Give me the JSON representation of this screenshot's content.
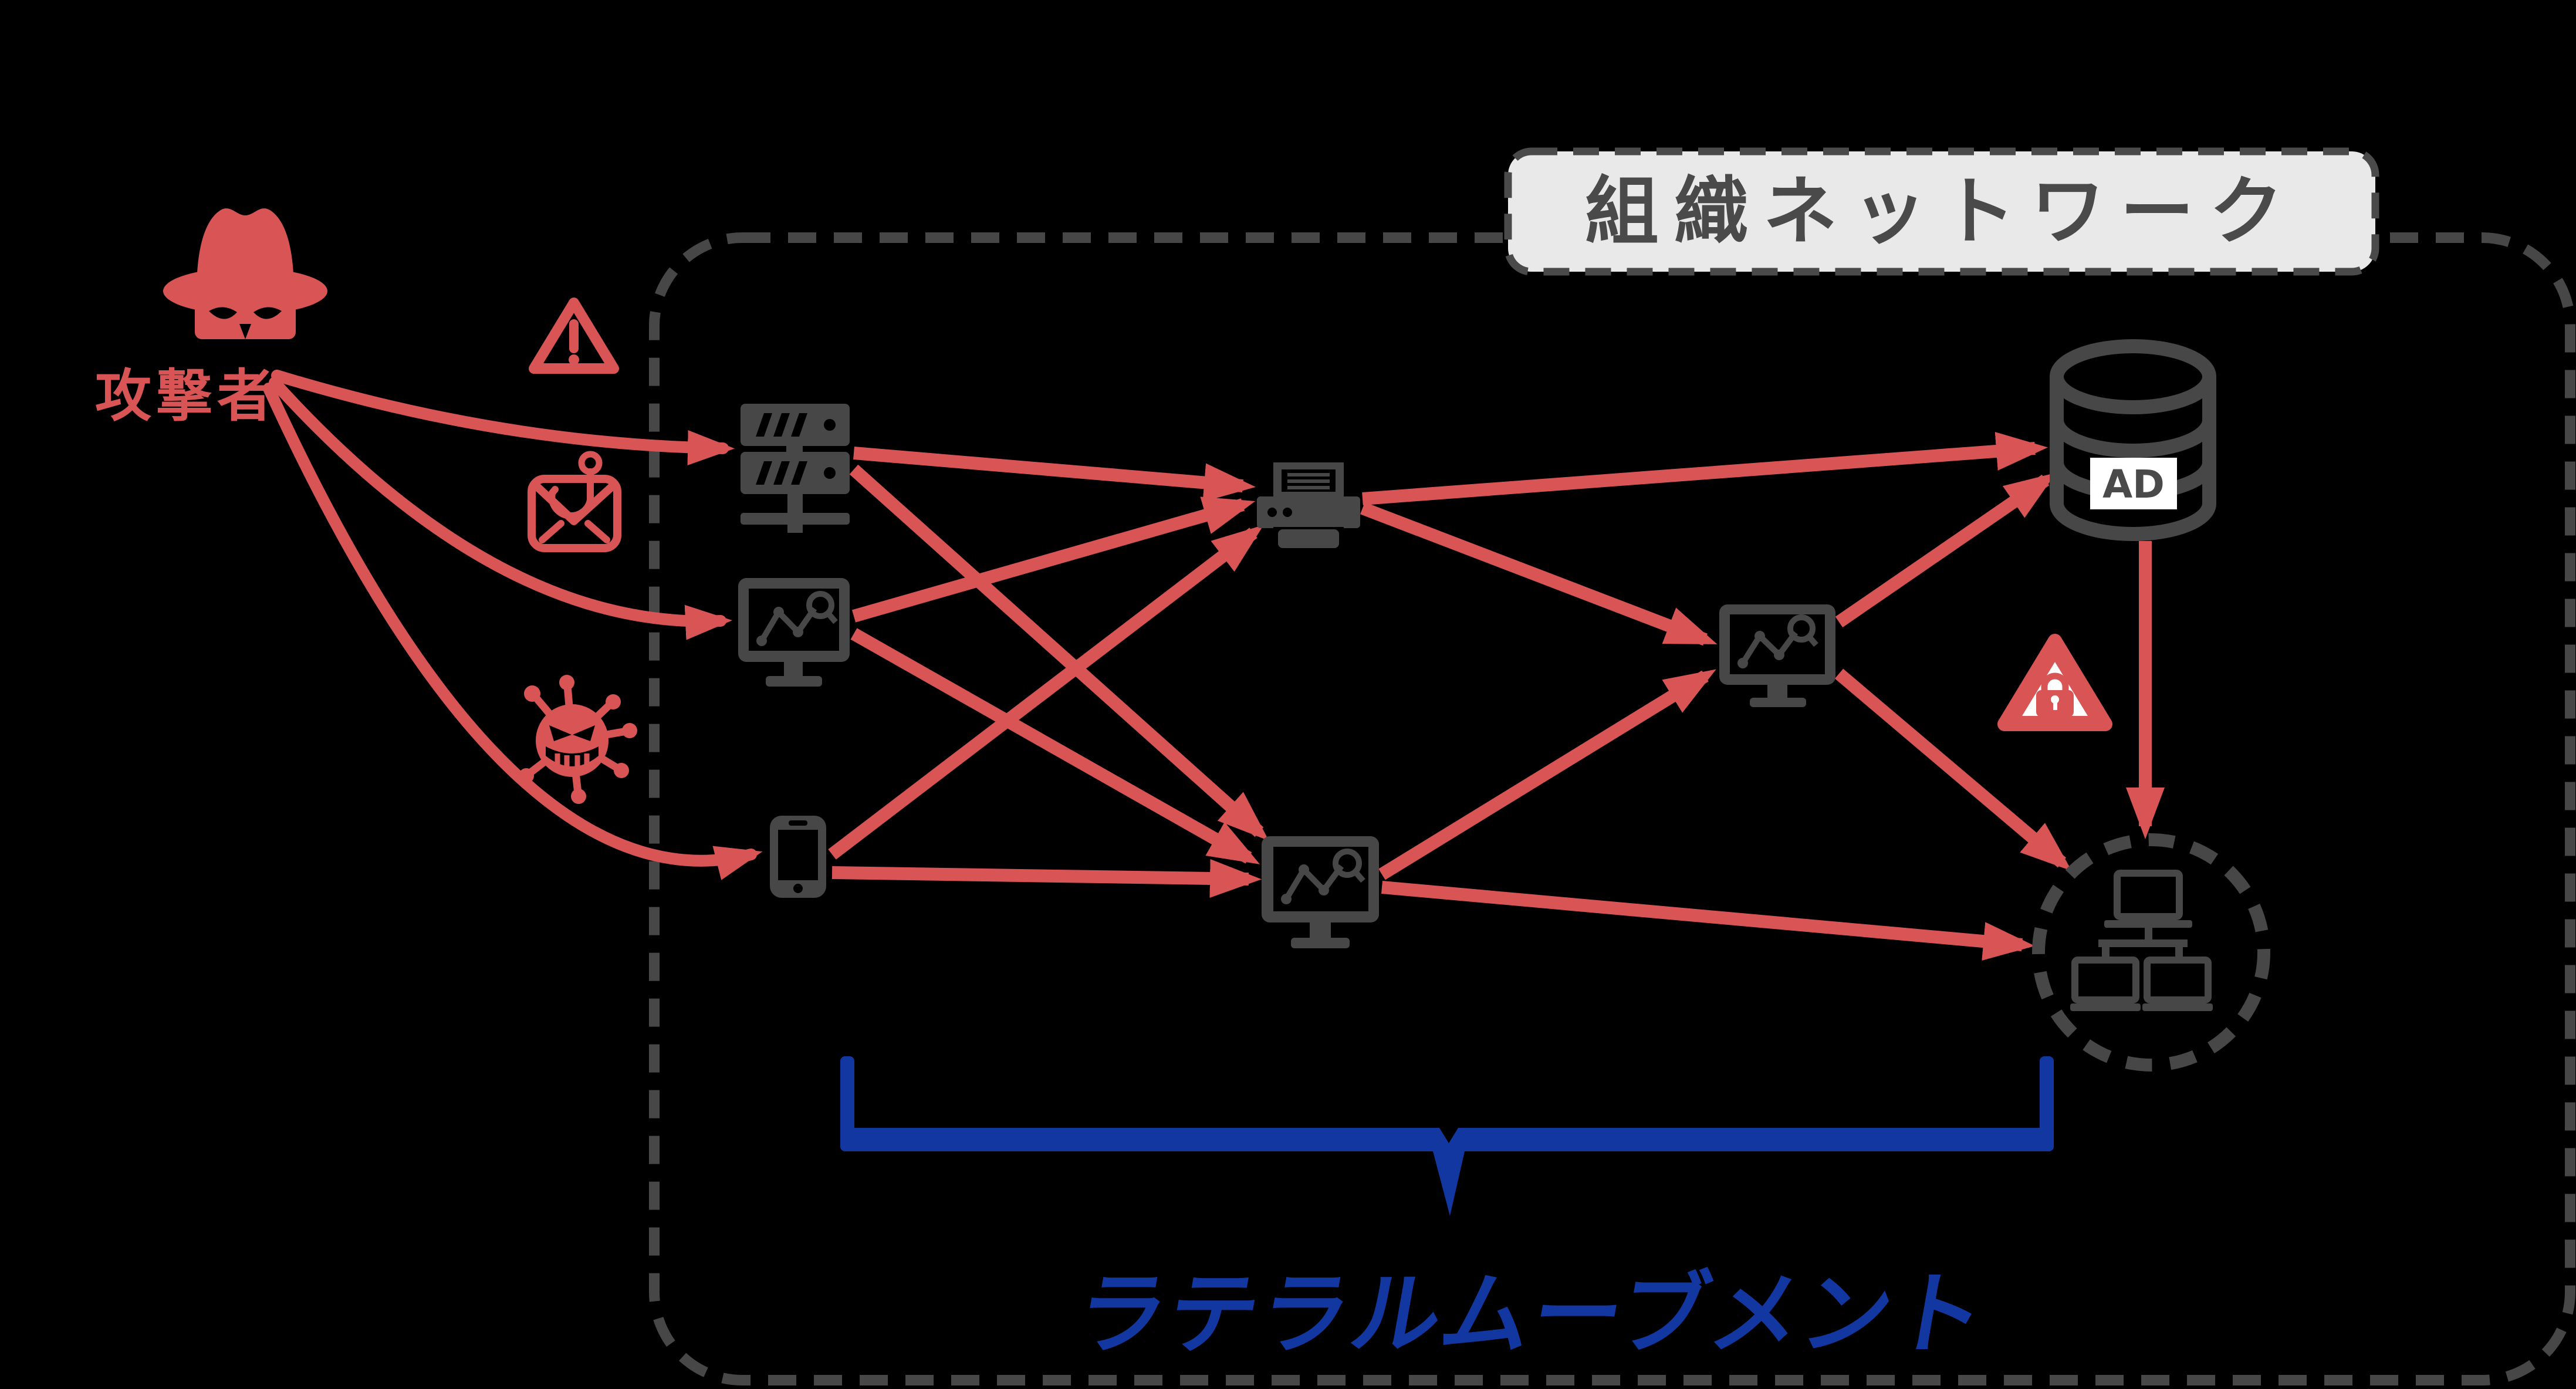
{
  "labels": {
    "attacker": "攻撃者",
    "network_title": "組織ネットワーク",
    "ad": "AD",
    "lateral_movement": "ラテラルムーブメント"
  },
  "colors": {
    "attack_red": "#D95454",
    "device_gray": "#474747",
    "title_text_gray": "#4A4A4A",
    "title_box_fill": "#E9E9E9",
    "brace_blue": "#1237A0",
    "background": "#000000",
    "label_white": "#FFFFFF"
  },
  "icons": [
    "spy-attacker-icon",
    "alert-triangle-icon",
    "phishing-mail-hook-icon",
    "malware-virus-icon",
    "server-icon",
    "workstation-monitor-icon",
    "smartphone-icon",
    "printer-icon",
    "workstation-monitor-icon",
    "workstation-monitor-icon",
    "active-directory-database-icon",
    "locked-data-warning-icon",
    "network-segment-icon"
  ],
  "arrows": {
    "entry": [
      {
        "from": "attacker",
        "to": "server",
        "via": "alert-triangle"
      },
      {
        "from": "attacker",
        "to": "workstation-left",
        "via": "phishing-mail"
      },
      {
        "from": "attacker",
        "to": "smartphone",
        "via": "malware-virus"
      }
    ],
    "lateral": [
      {
        "from": "server",
        "to": "printer"
      },
      {
        "from": "server",
        "to": "workstation-center"
      },
      {
        "from": "workstation-left",
        "to": "printer"
      },
      {
        "from": "workstation-left",
        "to": "workstation-center"
      },
      {
        "from": "smartphone",
        "to": "printer"
      },
      {
        "from": "smartphone",
        "to": "workstation-center"
      },
      {
        "from": "printer",
        "to": "active-directory"
      },
      {
        "from": "printer",
        "to": "workstation-right"
      },
      {
        "from": "workstation-center",
        "to": "workstation-right"
      },
      {
        "from": "workstation-center",
        "to": "network-segment"
      },
      {
        "from": "workstation-right",
        "to": "active-directory"
      },
      {
        "from": "workstation-right",
        "to": "network-segment"
      },
      {
        "from": "active-directory",
        "to": "network-segment"
      }
    ]
  }
}
